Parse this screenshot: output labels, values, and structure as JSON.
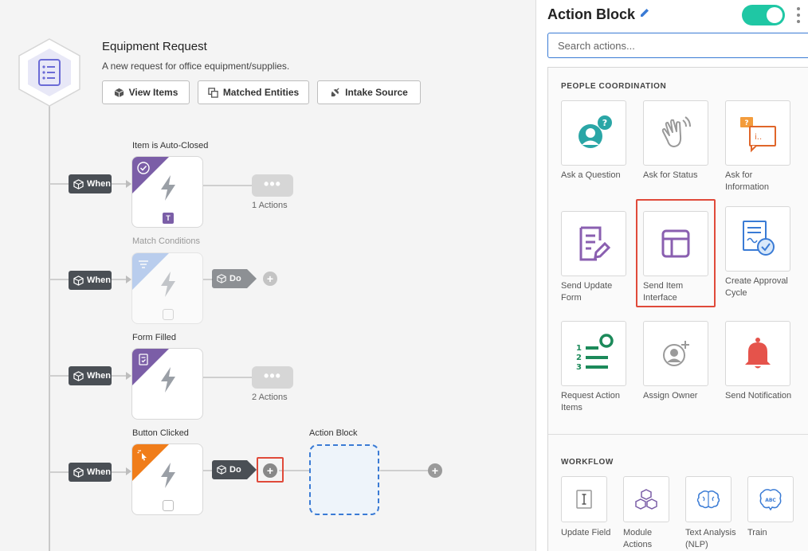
{
  "request": {
    "title": "Equipment Request",
    "description": "A new request for office equipment/supplies.",
    "buttons": [
      "View Items",
      "Matched Entities",
      "Intake Source"
    ]
  },
  "flow": {
    "when_label": "When",
    "do_label": "Do",
    "rows": [
      {
        "trigger": "Item is Auto-Closed",
        "badge": "T",
        "actions": "1 Actions",
        "color": "#7b5ea7"
      },
      {
        "trigger": "Match Conditions",
        "color": "#8aaee8"
      },
      {
        "trigger": "Form Filled",
        "actions": "2 Actions",
        "color": "#7b5ea7"
      },
      {
        "trigger": "Button Clicked",
        "color": "#f07d1a"
      }
    ],
    "action_block_label": "Action Block"
  },
  "panel": {
    "title": "Action Block",
    "toggle_on": true,
    "search_placeholder": "Search actions...",
    "sections": [
      {
        "title": "PEOPLE COORDINATION",
        "items": [
          "Ask a Question",
          "Ask for Status",
          "Ask for Information",
          "Send Update Form",
          "Send Item Interface",
          "Create Approval Cycle",
          "Request Action Items",
          "Assign Owner",
          "Send Notification"
        ]
      },
      {
        "title": "WORKFLOW",
        "items": [
          "Update Field",
          "Module Actions",
          "Text Analysis (NLP)",
          "Train"
        ]
      }
    ],
    "highlighted_item": "Send Item Interface"
  },
  "colors": {
    "accent_blue": "#3a7bd5",
    "toggle_green": "#1fc7a4",
    "highlight_red": "#e04a3a",
    "purple": "#7b5ea7",
    "orange": "#f07d1a",
    "teal": "#2aa6a6",
    "green": "#1c8a5a"
  }
}
